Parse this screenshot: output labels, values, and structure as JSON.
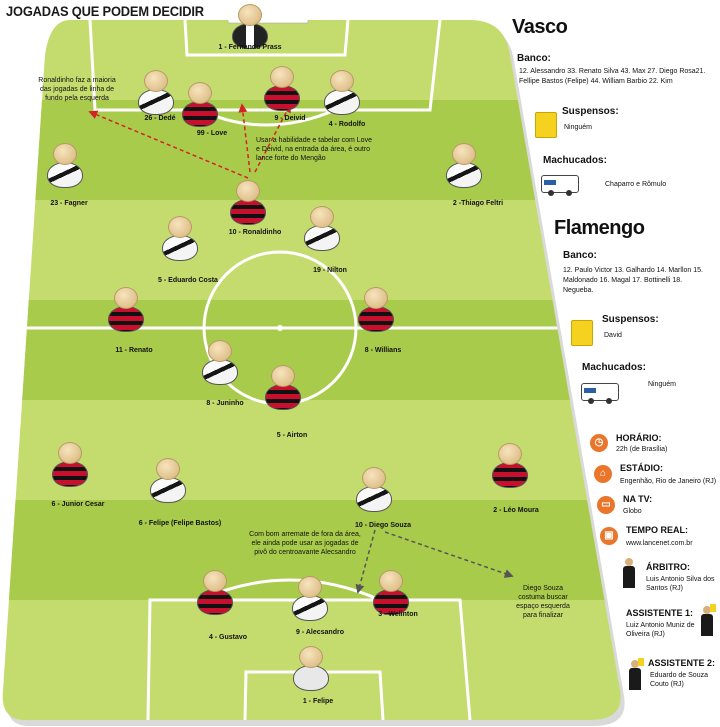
{
  "title": "JOGADAS QUE PODEM DECIDIR",
  "players": [
    {
      "id": "gk-vasco",
      "label": "1 - Fernando Prass",
      "team": "gk-v"
    },
    {
      "id": "dede",
      "label": "26 - Dedé",
      "team": "vasco"
    },
    {
      "id": "love",
      "label": "99 - Love",
      "team": "fla"
    },
    {
      "id": "deivid",
      "label": "9 - Deivid",
      "team": "fla"
    },
    {
      "id": "rodolfo",
      "label": "4 - Rodolfo",
      "team": "vasco"
    },
    {
      "id": "fagner",
      "label": "23 - Fagner",
      "team": "vasco"
    },
    {
      "id": "thiago",
      "label": "2 -Thiago Feltri",
      "team": "vasco"
    },
    {
      "id": "ronaldinho",
      "label": "10 - Ronaldinho",
      "team": "fla"
    },
    {
      "id": "eduardo",
      "label": "5 - Eduardo Costa",
      "team": "vasco"
    },
    {
      "id": "nilton",
      "label": "19 - Nilton",
      "team": "vasco"
    },
    {
      "id": "renato",
      "label": "11 - Renato",
      "team": "fla"
    },
    {
      "id": "willians",
      "label": "8 - Willians",
      "team": "fla"
    },
    {
      "id": "juninho",
      "label": "8 - Juninho",
      "team": "vasco"
    },
    {
      "id": "airton",
      "label": "5 - Airton",
      "team": "fla"
    },
    {
      "id": "junior",
      "label": "6 - Junior Cesar",
      "team": "fla"
    },
    {
      "id": "felipe-v",
      "label": "6 - Felipe (Felipe Bastos)",
      "team": "vasco"
    },
    {
      "id": "diego",
      "label": "10 - Diego Souza",
      "team": "vasco"
    },
    {
      "id": "leo",
      "label": "2 - Léo Moura",
      "team": "fla"
    },
    {
      "id": "gustavo",
      "label": "4 - Gustavo",
      "team": "fla"
    },
    {
      "id": "alecsandro",
      "label": "9 - Alecsandro",
      "team": "vasco"
    },
    {
      "id": "welinton",
      "label": "3 - Welinton",
      "team": "fla"
    },
    {
      "id": "gk-fla",
      "label": "1 - Felipe",
      "team": "gk-f"
    }
  ],
  "notes": {
    "ronaldinho_left": "Ronaldinho faz a maioria das jogadas de linha de fundo pela esquerda",
    "love_deivid": "Usar a habilidade e tabelar com Love e Deivid, na entrada da área, é outro lance forte do Mengão",
    "alecsandro": "Com bom arremate de fora da área, ele ainda pode usar as jogadas de pivô do centroavante Alecsandro",
    "diego_left": "Diego Souza costuma buscar espaço esquerda para finalizar"
  },
  "vasco": {
    "name": "Vasco",
    "banco_h": "Banco:",
    "banco": "12. Alessandro 33. Renato Silva 43. Max 27. Diego Rosa21. Fellipe Bastos (Felipe) 44. William Barbio 22. Kim",
    "suspensos_h": "Suspensos:",
    "suspensos": "Ninguém",
    "machucados_h": "Machucados:",
    "machucados": "Chaparro e Rômulo"
  },
  "flamengo": {
    "name": "Flamengo",
    "banco_h": "Banco:",
    "banco": "12. Paulo Victor 13. Galhardo 14. Marllon 15. Maldonado 16. Magal 17. Bottinelli 18. Negueba.",
    "suspensos_h": "Suspensos:",
    "suspensos": "David",
    "machucados_h": "Machucados:",
    "machucados": "Ninguém"
  },
  "info": {
    "horario_h": "HORÁRIO:",
    "horario": "22h (de Brasília)",
    "estadio_h": "ESTÁDIO:",
    "estadio": "Engenhão, Rio de Janeiro (RJ)",
    "tv_h": "NA TV:",
    "tv": "Globo",
    "tempo_h": "TEMPO REAL:",
    "tempo": "www.lancenet.com.br",
    "arbitro_h": "ÁRBITRO:",
    "arbitro": "Luis Antonio Silva dos Santos (RJ)",
    "assist1_h": "ASSISTENTE 1:",
    "assist1": "Luiz Antonio Muniz de Oliveira (RJ)",
    "assist2_h": "ASSISTENTE 2:",
    "assist2": "Eduardo de Souza Couto (RJ)"
  },
  "icons": {
    "horario": "clock-icon",
    "estadio": "stadium-icon",
    "tv": "tv-icon",
    "tempo": "computer-icon"
  },
  "colors": {
    "pitch_light": "#c4dc6e",
    "pitch_dark": "#9ec441",
    "flamengo_red": "#c8102e",
    "card_yellow": "#f4d21f",
    "info_orange": "#e9762b"
  }
}
